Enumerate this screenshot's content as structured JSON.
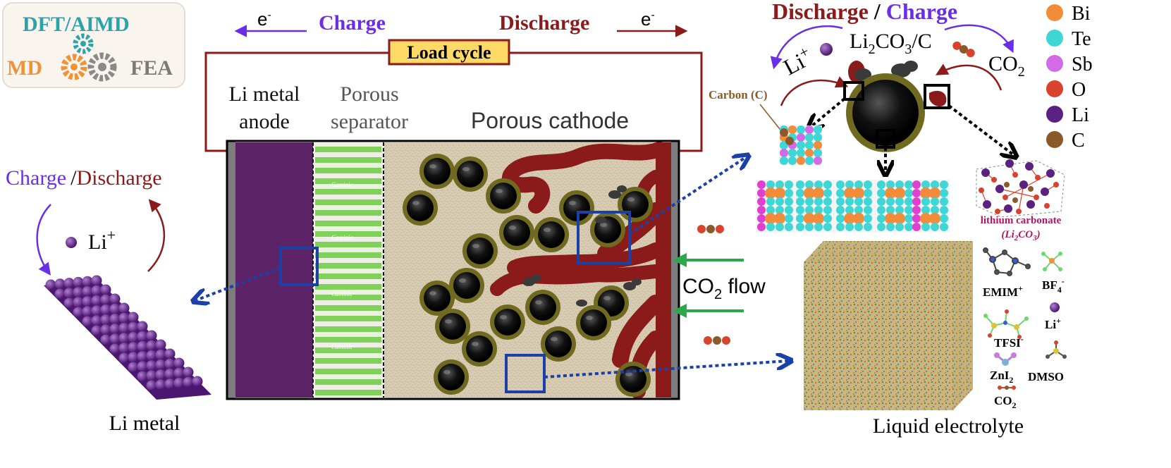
{
  "methods": {
    "top": "DFT/AIMD",
    "left": "MD",
    "right": "FEA"
  },
  "circuit": {
    "electron": "e",
    "electron_sup": "-",
    "charge": "Charge",
    "discharge": "Discharge",
    "load_cycle": "Load cycle"
  },
  "cell": {
    "anode_line1": "Li metal",
    "anode_line2": "anode",
    "separator_line1": "Porous",
    "separator_line2": "separator",
    "cathode": "Porous cathode",
    "co2_flow_pre": "CO",
    "co2_flow_sub": "2",
    "co2_flow_post": " flow",
    "separator_watermark": "Caminic"
  },
  "anode_panel": {
    "charge": "Charge",
    "slash": "/",
    "discharge": "Discharge",
    "ion": "Li",
    "ion_sup": "+",
    "caption": "Li metal"
  },
  "particle_panel": {
    "discharge": "Discharge",
    "slash": " / ",
    "charge": "Charge",
    "li_ion": "Li",
    "li_ion_sup": "+",
    "product_li": "Li",
    "product_li_sub": "2",
    "product_co": "CO",
    "product_co_sub": "3",
    "product_tail": "/C",
    "co2": "CO",
    "co2_sub": "2",
    "carbon_label": "Carbon (C)",
    "carbonate_label": "lithium carbonate",
    "carbonate_formula_pre": "(Li",
    "carbonate_formula_sub": "2",
    "carbonate_formula_mid": "CO",
    "carbonate_formula_sub2": "3",
    "carbonate_formula_post": ")"
  },
  "legend": {
    "items": [
      {
        "label": "Bi",
        "color": "#f28c3a"
      },
      {
        "label": "Te",
        "color": "#3fd6d6"
      },
      {
        "label": "Sb",
        "color": "#d36be8"
      },
      {
        "label": "O",
        "color": "#d9432e"
      },
      {
        "label": "Li",
        "color": "#5a2180"
      },
      {
        "label": "C",
        "color": "#8b5a2b"
      }
    ]
  },
  "electrolyte": {
    "caption": "Liquid electrolyte",
    "emim": "EMIM",
    "emim_sup": "+",
    "bf4": "BF",
    "bf4_sub": "4",
    "bf4_sup": "-",
    "tfsi": "TFSI",
    "tfsi_sup": "-",
    "li": "Li",
    "li_sup": "+",
    "zni2": "ZnI",
    "zni2_sub": "2",
    "dmso": "DMSO",
    "co2": "CO",
    "co2_sub": "2"
  },
  "colors": {
    "charge": "#6a2ee8",
    "discharge": "#8b1a1a",
    "anode": "#5c2466",
    "zoom_box": "#1d3fa8",
    "co2_flow_arrow": "#2aa84a",
    "particle_ring": "#6f6a1f",
    "load_cycle_fill": "#ffd966",
    "methods_teal": "#2aa3a9",
    "methods_orange": "#f0923a",
    "methods_gray": "#7a7a7a"
  }
}
